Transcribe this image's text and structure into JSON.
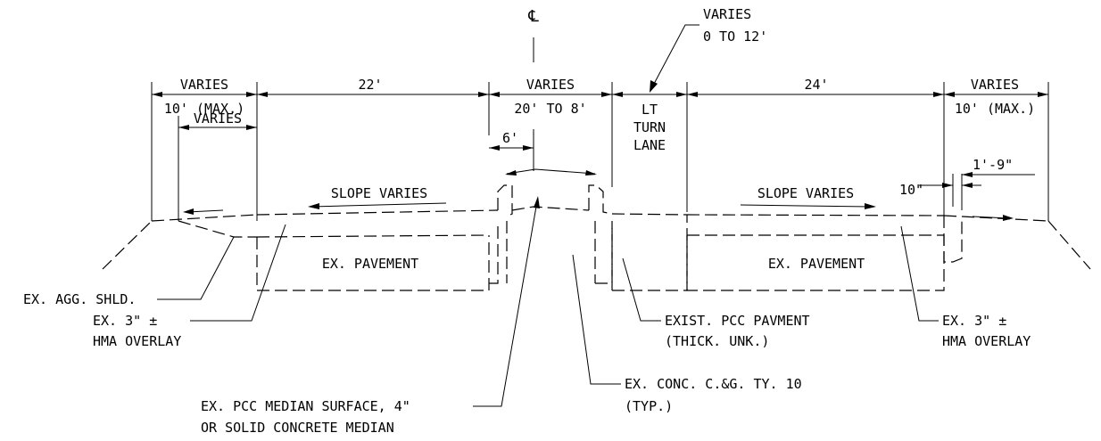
{
  "centerline_symbol": "℄",
  "dimensions": {
    "left_shoulder_varies": "VARIES",
    "left_shoulder_max": "10' (MAX.)",
    "left_shoulder_inner_varies": "VARIES",
    "left_lanes": "22'",
    "median_varies": "VARIES",
    "median_range": "20' TO 8'",
    "median_half": "6'",
    "turn_lane_varies": "VARIES",
    "turn_lane_range": "0 TO 12'",
    "right_lanes": "24'",
    "right_shoulder_varies": "VARIES",
    "right_shoulder_max": "10' (MAX.)",
    "curb_offset": "10\"",
    "curb_width": "1'-9\""
  },
  "turn_lane_label": [
    "LT",
    "TURN",
    "LANE"
  ],
  "slope_left": "SLOPE VARIES",
  "slope_right": "SLOPE VARIES",
  "pavement_left": "EX. PAVEMENT",
  "pavement_right": "EX. PAVEMENT",
  "callouts": {
    "agg_shoulder": "EX. AGG. SHLD.",
    "hma_left_1": "EX. 3\" ±",
    "hma_left_2": "HMA OVERLAY",
    "median_surface_1": "EX. PCC MEDIAN SURFACE, 4\"",
    "median_surface_2": "OR SOLID CONCRETE MEDIAN",
    "curb_gutter_1": "EX. CONC. C.&G. TY. 10",
    "curb_gutter_2": "(TYP.)",
    "pcc_pavement_1": "EXIST. PCC PAVMENT",
    "pcc_pavement_2": "(THICK. UNK.)",
    "hma_right_1": "EX. 3\" ±",
    "hma_right_2": "HMA OVERLAY"
  }
}
